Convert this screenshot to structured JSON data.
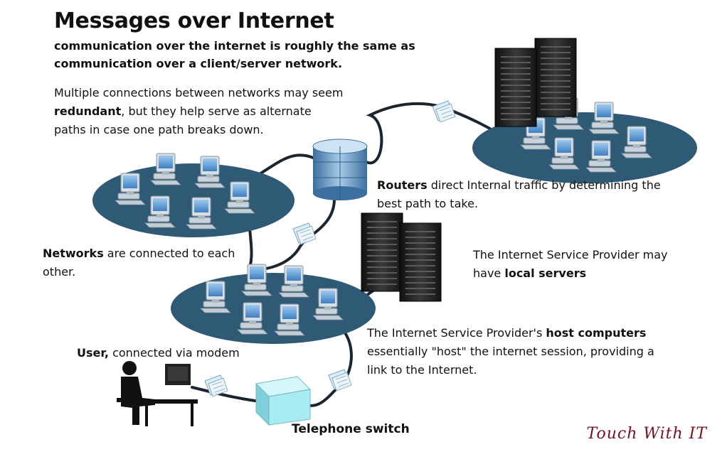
{
  "title": "Messages over Internet",
  "subtitle": "communication over the internet is roughly the same as communication over a client/server network.",
  "redundant_note": {
    "prefix": "Multiple connections between networks may seem ",
    "bold": "redundant",
    "suffix": ", but they help serve as alternate paths in case one path breaks down."
  },
  "routers_note": {
    "bold": "Routers",
    "suffix": " direct Internal traffic by determining the best path to take."
  },
  "networks_note": {
    "bold": "Networks",
    "suffix": " are connected to each other."
  },
  "local_servers_note": {
    "prefix": "The Internet Service Provider may have ",
    "bold": "local servers"
  },
  "host_note": {
    "prefix": "The Internet Service Provider's ",
    "bold": "host computers",
    "suffix": " essentially \"host\" the internet session, providing a link to the Internet."
  },
  "user_note": {
    "bold": "User,",
    "suffix": " connected via modem"
  },
  "switch_label": "Telephone switch",
  "brand": "Touch With IT",
  "colors": {
    "network_disc": "#2f5a76",
    "cable": "#1a2530",
    "server": "#222222",
    "monitor": "#4d8fcf",
    "router": "#5c8fbf",
    "switch": "#a8ecf2",
    "brand": "#7a1020"
  },
  "icons": [
    "workstation-icon",
    "server-rack-icon",
    "router-icon",
    "telephone-switch-icon",
    "message-packet-icon",
    "user-silhouette-icon"
  ]
}
